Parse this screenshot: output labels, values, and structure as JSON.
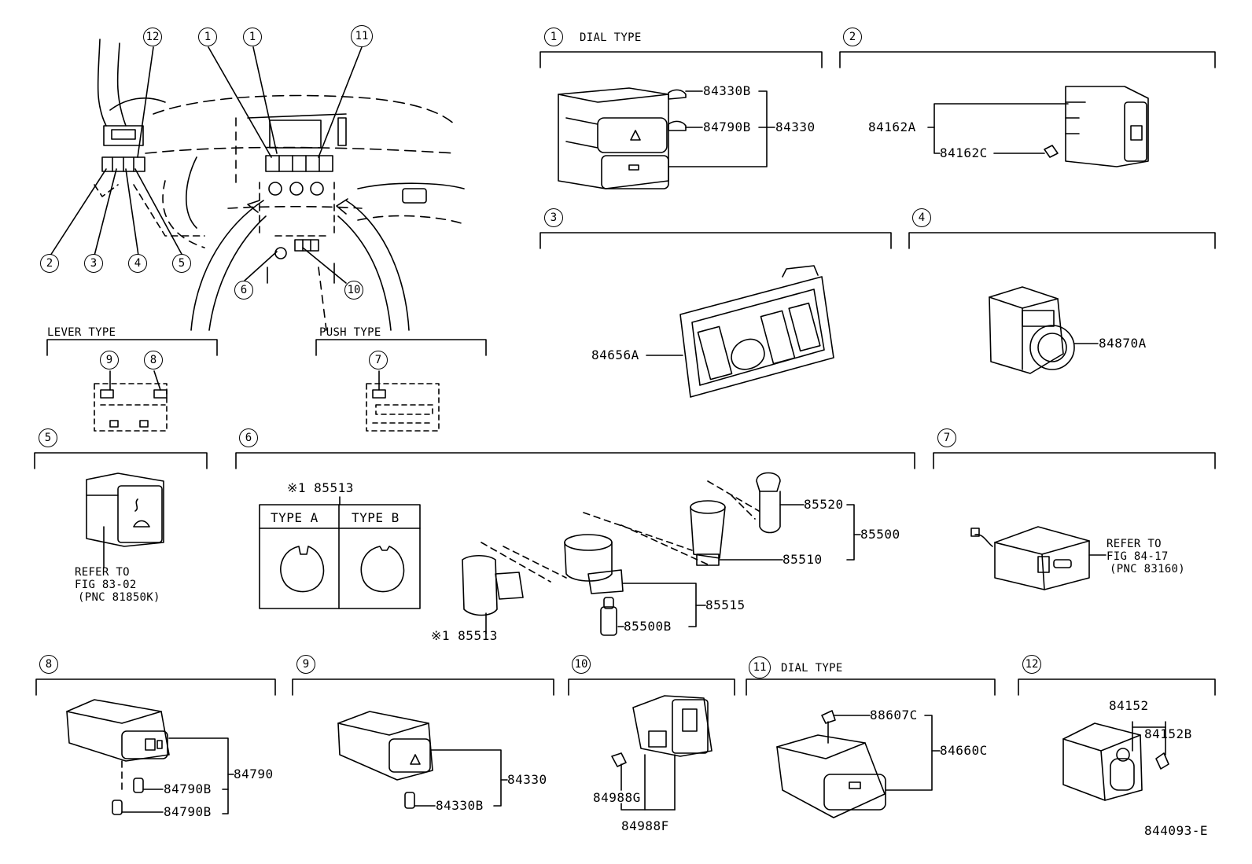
{
  "overview": {
    "callouts": [
      "12",
      "1",
      "1",
      "11",
      "2",
      "3",
      "4",
      "5",
      "6",
      "10"
    ],
    "lever_type": {
      "title": "LEVER TYPE",
      "callouts": [
        "9",
        "8"
      ]
    },
    "push_type": {
      "title": "PUSH TYPE",
      "callouts": [
        "7"
      ]
    }
  },
  "sections": {
    "s1": {
      "number": "1",
      "title": "DIAL TYPE",
      "parts": [
        "84330B",
        "84790B",
        "84330"
      ]
    },
    "s2": {
      "number": "2",
      "parts": [
        "84162A",
        "84162C"
      ]
    },
    "s3": {
      "number": "3",
      "parts": [
        "84656A"
      ]
    },
    "s4": {
      "number": "4",
      "parts": [
        "84870A"
      ]
    },
    "s5": {
      "number": "5",
      "refer": [
        "REFER TO",
        "FIG 83-02",
        "(PNC 81850K)"
      ]
    },
    "s6": {
      "number": "6",
      "table_label": "※1 85513",
      "type_a": "TYPE A",
      "type_b": "TYPE B",
      "parts": [
        "85520",
        "85500",
        "85510",
        "85515",
        "85500B",
        "※1 85513"
      ]
    },
    "s7": {
      "number": "7",
      "refer": [
        "REFER TO",
        "FIG 84-17",
        "(PNC 83160)"
      ]
    },
    "s8": {
      "number": "8",
      "parts": [
        "84790",
        "84790B",
        "84790B"
      ]
    },
    "s9": {
      "number": "9",
      "parts": [
        "84330",
        "84330B"
      ]
    },
    "s10": {
      "number": "10",
      "parts": [
        "84988G",
        "84988F"
      ]
    },
    "s11": {
      "number": "11",
      "title": "DIAL TYPE",
      "parts": [
        "88607C",
        "84660C"
      ]
    },
    "s12": {
      "number": "12",
      "parts": [
        "84152",
        "84152B"
      ]
    }
  },
  "footer": {
    "code": "844093-E"
  }
}
